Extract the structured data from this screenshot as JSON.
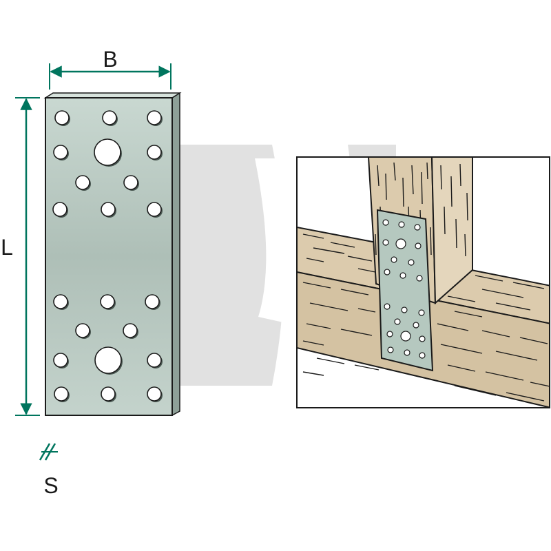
{
  "diagram": {
    "labels": {
      "width": "B",
      "length": "L",
      "thickness": "S"
    },
    "colors": {
      "dimension": "#00755e",
      "plate": "#b5c8bf",
      "plate_edge": "#7d9088",
      "wood": "#dccbad",
      "wood_dark": "#cbb898",
      "watermark": "#d9d9d9",
      "outline": "#1a1a1a"
    },
    "icons": {
      "dimension_arrow": "arrow-icon",
      "thickness_mark": "double-slash-icon"
    }
  }
}
